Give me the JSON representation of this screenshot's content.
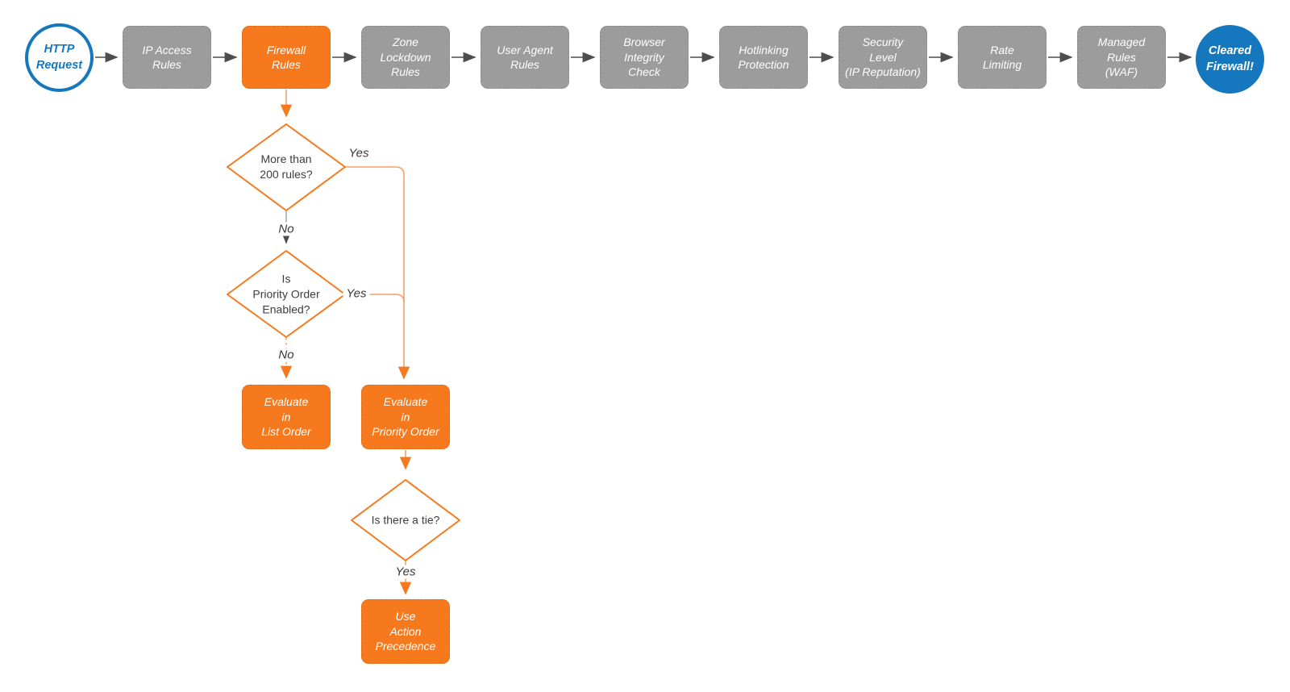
{
  "colors": {
    "orange": "#f6791d",
    "orange_line": "#f89e6b",
    "blue": "#1577bd",
    "gray_box": "#9c9c9c",
    "dark_line": "#4d4d4d",
    "text_dark": "#3d3d3d"
  },
  "flow": {
    "start": {
      "label": "HTTP\nRequest"
    },
    "steps": [
      {
        "label": "IP Access\nRules",
        "style": "gray"
      },
      {
        "label": "Firewall\nRules",
        "style": "orange"
      },
      {
        "label": "Zone\nLockdown\nRules",
        "style": "gray"
      },
      {
        "label": "User Agent\nRules",
        "style": "gray"
      },
      {
        "label": "Browser\nIntegrity\nCheck",
        "style": "gray"
      },
      {
        "label": "Hotlinking\nProtection",
        "style": "gray"
      },
      {
        "label": "Security\nLevel\n(IP Reputation)",
        "style": "gray"
      },
      {
        "label": "Rate\nLimiting",
        "style": "gray"
      },
      {
        "label": "Managed\nRules\n(WAF)",
        "style": "gray"
      }
    ],
    "end": {
      "label": "Cleared\nFirewall!"
    },
    "decisions": {
      "more_than_200_rules": {
        "label": "More than\n200 rules?",
        "yes": "Yes",
        "no": "No"
      },
      "priority_order_enabled": {
        "label": "Is\nPriority Order\nEnabled?",
        "yes": "Yes",
        "no": "No"
      },
      "is_there_a_tie": {
        "label": "Is there a tie?",
        "yes": "Yes"
      }
    },
    "actions": {
      "list_order": {
        "label": "Evaluate\nin\nList Order"
      },
      "priority_order": {
        "label": "Evaluate\nin\nPriority Order"
      },
      "action_precedence": {
        "label": "Use\nAction\nPrecedence"
      }
    }
  }
}
